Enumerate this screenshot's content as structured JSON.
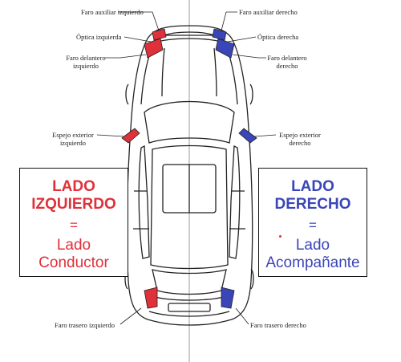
{
  "labels": {
    "faro_aux_izq": "Faro auxiliar izquierdo",
    "faro_aux_der": "Faro auxiliar derecho",
    "optica_izq": "Óptica izquierda",
    "optica_der": "Óptica derecha",
    "faro_del_izq_1": "Faro delantero",
    "faro_del_izq_2": "izquierdo",
    "faro_del_der_1": "Faro delantero",
    "faro_del_der_2": "derecho",
    "espejo_izq_1": "Espejo exterior",
    "espejo_izq_2": "izquierdo",
    "espejo_der_1": "Espejo exterior",
    "espejo_der_2": "derecho",
    "faro_tras_izq": "Faro trasero izquierdo",
    "faro_tras_der": "Faro trasero derecho"
  },
  "left_box": {
    "line1": "LADO",
    "line2": "IZQUIERDO",
    "eq": "=",
    "line3": "Lado",
    "line4": "Conductor"
  },
  "right_box": {
    "line1": "LADO",
    "line2": "DERECHO",
    "eq": "=",
    "line3": "Lado",
    "line4": "Acompañante"
  },
  "colors": {
    "left_accent": "#e0303a",
    "right_accent": "#3a45b8",
    "outline": "#222222"
  }
}
